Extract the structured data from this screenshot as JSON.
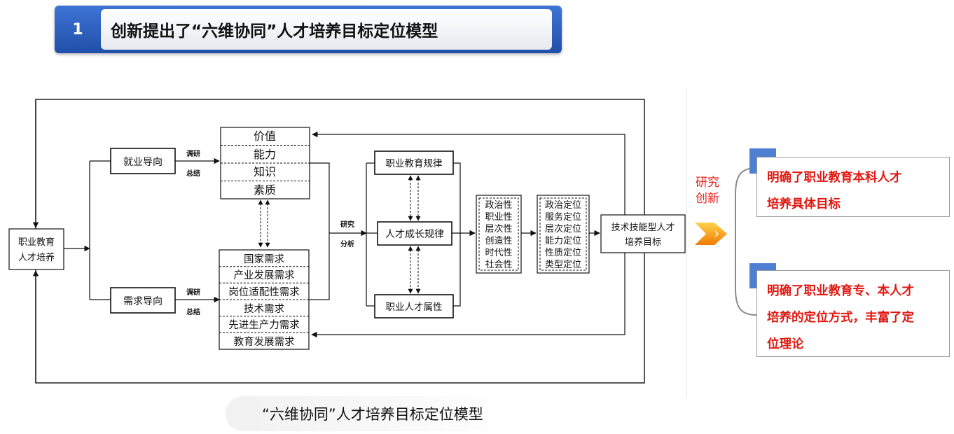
{
  "header": {
    "number": "1",
    "title": "创新提出了“六维协同”人才培养目标定位模型"
  },
  "diagram": {
    "start_box": [
      "职业教育",
      "人才培养"
    ],
    "employment": "就业导向",
    "demand": "需求导向",
    "survey_upper": [
      "调研",
      "总结"
    ],
    "survey_lower": [
      "调研",
      "总结"
    ],
    "values": [
      "价值",
      "能力",
      "知识",
      "素质"
    ],
    "needs": [
      "国家需求",
      "产业发展需求",
      "岗位适配性需求",
      "技术需求",
      "先进生产力需求",
      "教育发展需求"
    ],
    "research_analysis": [
      "研究",
      "分析"
    ],
    "law_edu": "职业教育规律",
    "law_growth": "人才成长规律",
    "law_attr": "职业人才属性",
    "properties": [
      "政治性",
      "职业性",
      "层次性",
      "创造性",
      "时代性",
      "社会性"
    ],
    "positioning": [
      "政治定位",
      "服务定位",
      "层次定位",
      "能力定位",
      "性质定位",
      "类型定位"
    ],
    "target": [
      "技术技能型人才",
      "培养目标"
    ]
  },
  "caption": "“六维协同”人才培养目标定位模型",
  "research_innovation": [
    "研究",
    "创新"
  ],
  "results": [
    [
      "明确了职业教育本科人才",
      "培养具体目标"
    ],
    [
      "明确了职业教育专、本人才",
      "培养的定位方式，丰富了定",
      "位理论"
    ]
  ],
  "colors": {
    "header_blue": "#2a5fc0",
    "accent_red": "#e01810",
    "chevron_orange": "#f59a10"
  }
}
